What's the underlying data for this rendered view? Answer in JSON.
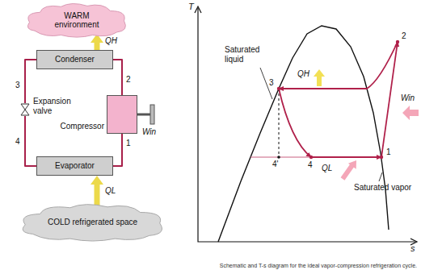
{
  "diagram": {
    "caption": "Schematic and T-s diagram for the ideal vapor-compression refrigeration cycle.",
    "nodes": [
      {
        "text": [
          "WARM environment"
        ]
      },
      {
        "text": [
          "Condenser"
        ]
      },
      {
        "text": [
          "Expansion valve"
        ]
      },
      {
        "text": [
          "Compressor"
        ]
      },
      {
        "text": [
          "Evaporator"
        ]
      },
      {
        "text": [
          "COLD refrigerated space"
        ]
      }
    ],
    "edges": [
      {
        "from": 1,
        "to": 2,
        "arrow": "none"
      },
      {
        "from": 2,
        "to": 4,
        "arrow": "none"
      },
      {
        "from": 4,
        "to": 3,
        "arrow": "none"
      },
      {
        "from": 3,
        "to": 1,
        "arrow": "none"
      },
      {
        "from": 1,
        "to": 0,
        "arrow": "to",
        "label": "QH"
      },
      {
        "from": 5,
        "to": 4,
        "arrow": "to",
        "label": "QL"
      }
    ],
    "labels": [
      "3",
      "4",
      "2",
      "1",
      "Win",
      "T",
      "s",
      "Saturated liquid",
      "QH",
      "Win",
      "3",
      "4'",
      "4",
      "1",
      "2",
      "QL",
      "Saturated vapor"
    ]
  }
}
